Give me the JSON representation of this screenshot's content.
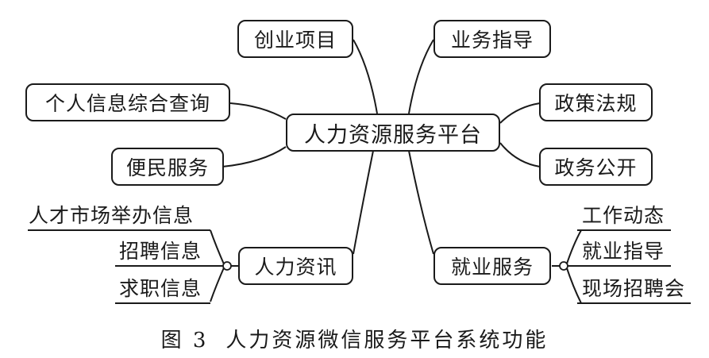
{
  "diagram": {
    "center": "人力资源服务平台",
    "left_nodes": [
      "创业项目",
      "个人信息综合查询",
      "便民服务"
    ],
    "right_nodes": [
      "业务指导",
      "政策法规",
      "政务公开"
    ],
    "talent_node": {
      "label": "人力资讯",
      "children": [
        "人才市场举办信息",
        "招聘信息",
        "求职信息"
      ]
    },
    "employment_node": {
      "label": "就业服务",
      "children": [
        "工作动态",
        "就业指导",
        "现场招聘会"
      ]
    }
  },
  "caption": {
    "figure_number": "图 3",
    "title": "人力资源微信服务平台系统功能"
  }
}
